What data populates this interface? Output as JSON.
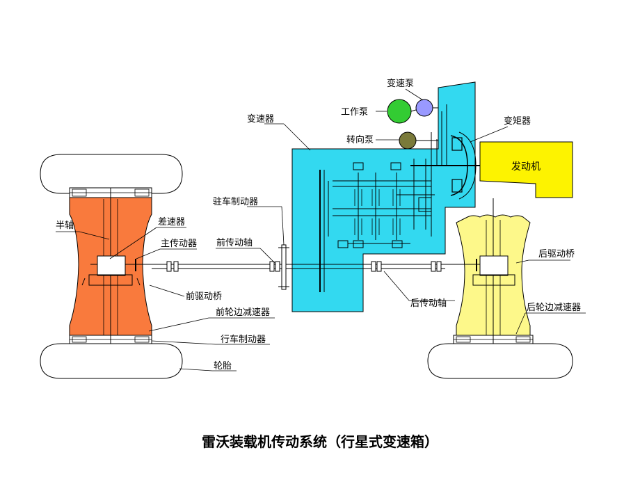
{
  "title": "雷沃装载机传动系统（行星式变速箱）",
  "labels": {
    "shift_pump": "变速泵",
    "work_pump": "工作泵",
    "transmission": "变速器",
    "steering_pump": "转向泵",
    "torque_converter": "变矩器",
    "engine": "发动机",
    "parking_brake": "驻车制动器",
    "half_shaft": "半轴",
    "differential": "差速器",
    "main_reducer": "主传动器",
    "front_drive_shaft": "前传动轴",
    "rear_drive_axle": "后驱动桥",
    "front_drive_axle": "前驱动桥",
    "rear_drive_shaft": "后传动轴",
    "rear_wheel_reducer": "后轮边减速器",
    "front_wheel_reducer": "前轮边减速器",
    "service_brake": "行车制动器",
    "tire": "轮胎"
  },
  "colors": {
    "transmission": "#33d9f0",
    "front_axle": "#f97a3d",
    "rear_axle": "#fdf88a",
    "engine": "#fdf300",
    "work_pump": "#33cc33",
    "shift_pump": "#9999ff",
    "steering_pump": "#7a7a3a"
  }
}
